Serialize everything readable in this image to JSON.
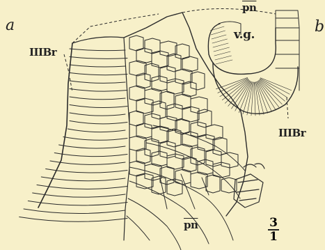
{
  "labels": {
    "panel_a": "a",
    "panel_b": "b",
    "iiibr_a": "IIIBr",
    "pn_top": "pn",
    "vg": "v.g.",
    "iiibr_b": "IIIBr",
    "pn_bottom": "pn",
    "scale_num": "3",
    "scale_den": "1"
  },
  "colors": {
    "ink": "#2b2b2b",
    "paper": "#f7f0c9"
  }
}
